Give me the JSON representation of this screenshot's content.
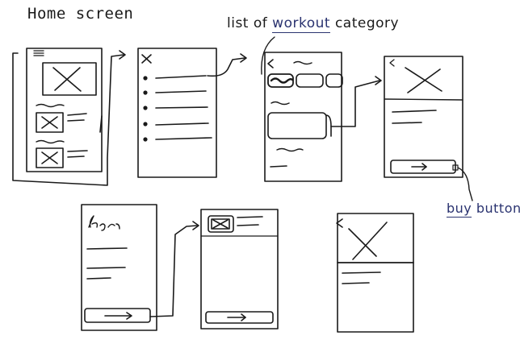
{
  "annotations": {
    "home_screen": "Home screen",
    "list_prefix": "list of",
    "list_keyword": "workout",
    "list_suffix": "category",
    "buy_keyword": "buy",
    "buy_suffix": "button"
  },
  "colors": {
    "ink": "#1a1a1a",
    "accent_ink": "#2a3370",
    "paper": "#ffffff"
  },
  "screens": [
    {
      "id": "home",
      "icons": [
        "hamburger-menu-icon",
        "image-placeholder-icon"
      ]
    },
    {
      "id": "menu",
      "icons": [
        "close-icon"
      ]
    },
    {
      "id": "category-list",
      "icons": [
        "back-chevron-icon"
      ]
    },
    {
      "id": "workout-detail",
      "icons": [
        "back-chevron-icon",
        "image-placeholder-icon"
      ]
    },
    {
      "id": "signup",
      "icons": [
        "arrow-right-icon"
      ]
    },
    {
      "id": "checkout",
      "icons": [
        "image-placeholder-icon",
        "arrow-right-icon"
      ]
    },
    {
      "id": "detail-variant",
      "icons": [
        "back-chevron-icon",
        "image-placeholder-icon"
      ]
    }
  ]
}
